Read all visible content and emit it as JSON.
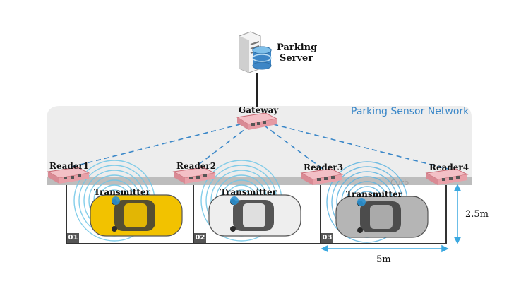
{
  "server": {
    "label_line1": "Parking",
    "label_line2": "Server"
  },
  "gateway": {
    "label": "Gateway"
  },
  "network": {
    "title": "Parking Sensor Network",
    "curb_label": "Curb"
  },
  "readers": [
    {
      "label": "Reader1"
    },
    {
      "label": "Reader2"
    },
    {
      "label": "Reader3"
    },
    {
      "label": "Reader4"
    }
  ],
  "slots": [
    {
      "number": "01",
      "transmitter_label": "Transmitter",
      "car_color": "#f2c200"
    },
    {
      "number": "02",
      "transmitter_label": "Transmitter",
      "car_color": "#eeeeee"
    },
    {
      "number": "03",
      "transmitter_label": "Transmitter",
      "car_color": "#b5b5b5"
    }
  ],
  "dimensions": {
    "width": "5m",
    "height": "2.5m"
  },
  "colors": {
    "dashed_link": "#3a87c8",
    "network_bg": "#ededed",
    "device_body": "#e8a0a8",
    "signal_rings": "#6ec6e6",
    "dimension_arrow": "#3aa8e0"
  }
}
